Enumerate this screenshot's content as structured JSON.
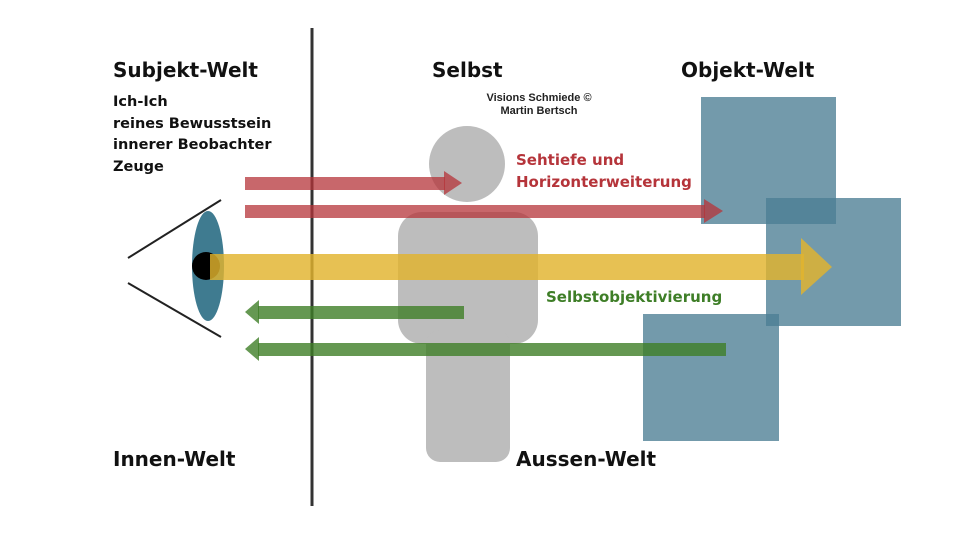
{
  "headings": {
    "subjekt_welt": "Subjekt-Welt",
    "selbst": "Selbst",
    "objekt_welt": "Objekt-Welt",
    "innen_welt": "Innen-Welt",
    "aussen_welt": "Aussen-Welt"
  },
  "subjekt_lines": [
    "Ich-Ich",
    "reines Bewusstsein",
    "innerer Beobachter",
    "Zeuge"
  ],
  "credit": {
    "line1": "Visions Schmiede ©",
    "line2": "Martin Bertsch"
  },
  "arrow_labels": {
    "red_line1": "Sehtiefe und",
    "red_line2": "Horizonterweiterung",
    "green": "Selbstobjektivierung"
  },
  "colors": {
    "red": "#b5343a",
    "yellow": "#e2b32d",
    "green": "#3e7e27",
    "blue": "#4b7d93",
    "person": "#bdbdbd",
    "divider": "#333333",
    "eye": "#3f7b90"
  }
}
